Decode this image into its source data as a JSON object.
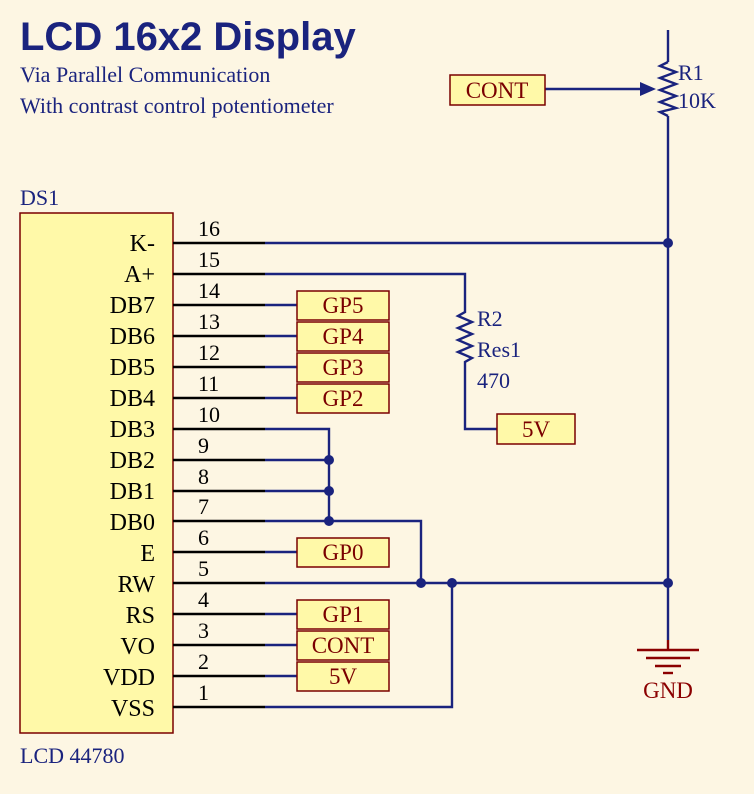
{
  "title": "LCD 16x2 Display",
  "subtitle_lines": [
    "Via Parallel Communication",
    "With contrast control potentiometer"
  ],
  "component": {
    "designator": "DS1",
    "part": "LCD 44780",
    "pins": [
      {
        "name": "K-",
        "num": "16"
      },
      {
        "name": "A+",
        "num": "15"
      },
      {
        "name": "DB7",
        "num": "14"
      },
      {
        "name": "DB6",
        "num": "13"
      },
      {
        "name": "DB5",
        "num": "12"
      },
      {
        "name": "DB4",
        "num": "11"
      },
      {
        "name": "DB3",
        "num": "10"
      },
      {
        "name": "DB2",
        "num": "9"
      },
      {
        "name": "DB1",
        "num": "8"
      },
      {
        "name": "DB0",
        "num": "7"
      },
      {
        "name": "E",
        "num": "6"
      },
      {
        "name": "RW",
        "num": "5"
      },
      {
        "name": "RS",
        "num": "4"
      },
      {
        "name": "VO",
        "num": "3"
      },
      {
        "name": "VDD",
        "num": "2"
      },
      {
        "name": "VSS",
        "num": "1"
      }
    ]
  },
  "ports": {
    "gp5": "GP5",
    "gp4": "GP4",
    "gp3": "GP3",
    "gp2": "GP2",
    "gp0": "GP0",
    "gp1": "GP1",
    "cont_pin": "CONT",
    "vdd": "5V",
    "r2_5v": "5V",
    "cont_pot": "CONT"
  },
  "r1": {
    "designator": "R1",
    "value": "10K"
  },
  "r2": {
    "designator": "R2",
    "comment": "Res1",
    "value": "470"
  },
  "gnd": "GND",
  "colors": {
    "background": "#fdf6e3",
    "wire": "#1a237e",
    "port_fill": "#fff9a8",
    "port_border": "#7a0000",
    "gnd": "#8b0000"
  }
}
